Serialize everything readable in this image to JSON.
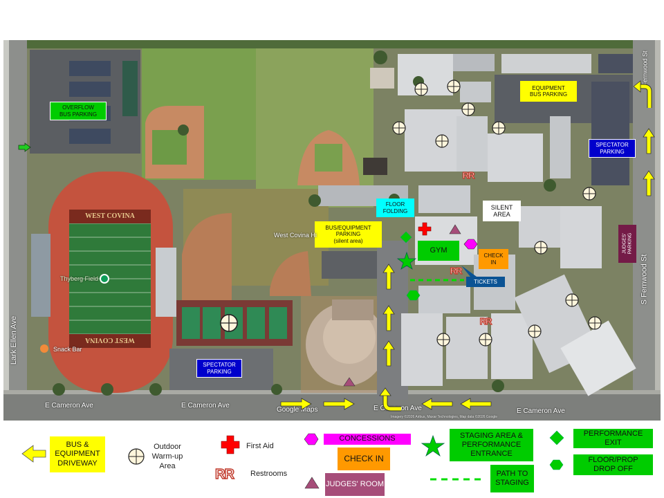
{
  "map": {
    "labels": {
      "overflow_bus": "OVERFLOW\nBUS PARKING",
      "equipment_bus": "EQUIPMENT\nBUS PARKING",
      "spectator_parking_right": "SPECTATOR\nPARKING",
      "spectator_parking_left": "SPECTATOR\nPARKING",
      "floor_folding": "FLOOR\nFOLDING",
      "bus_equipment_parking": "BUS/EQUIPMENT\nPARKING\n(silent area)",
      "silent_area": "SILENT\nAREA",
      "gym": "GYM",
      "check_in_map": "CHECK\nIN",
      "tickets": "TICKETS",
      "judges_parking": "JUDGES'\nPARKING",
      "west_covina_top": "WEST COVINA",
      "west_covina_bottom": "WEST COVINA",
      "field_name": "Thyberg Field",
      "place_name": "West Covina Hi",
      "snack_bar": "Snack Bar",
      "rr": "RR"
    },
    "streets": {
      "lark_ellen": "Lark Ellen Ave",
      "fernwood": "S Fernwood St",
      "fernwood_top": "Fernwood St",
      "cameron_1": "E Cameron Ave",
      "cameron_2": "E Cameron Ave",
      "cameron_3": "E Cameron Ave",
      "cameron_4": "E Cameron Ave"
    },
    "google": "Google Maps",
    "copyright": "Imagery ©2026 Airbus, Maxar Technologies, Map data ©2026 Google"
  },
  "legend": {
    "driveway": "BUS &\nEQUIPMENT\nDRIVEWAY",
    "warmup": "Outdoor\nWarm-up\nArea",
    "first_aid": "First Aid",
    "restrooms": "Restrooms",
    "rr": "RR",
    "concessions": "CONCESSIONS",
    "check_in": "CHECK IN",
    "judges_room": "JUDGES' ROOM",
    "staging": "STAGING AREA &\nPERFORMANCE\nENTRANCE",
    "path_staging": "PATH TO\nSTAGING",
    "performance_exit": "PERFORMANCE\nEXIT",
    "floor_prop": "FLOOR/PROP\nDROP OFF"
  },
  "colors": {
    "yellow_label": "#ffff00",
    "green_label": "#00cc00",
    "blue_label": "#0000cc",
    "cyan_label": "#00ffff",
    "magenta": "#ff00ff",
    "orange": "#ff9900",
    "judges": "#a64d79",
    "judges_parking": "#741b47",
    "tickets": "#0b5394",
    "red": "#ff0000"
  }
}
